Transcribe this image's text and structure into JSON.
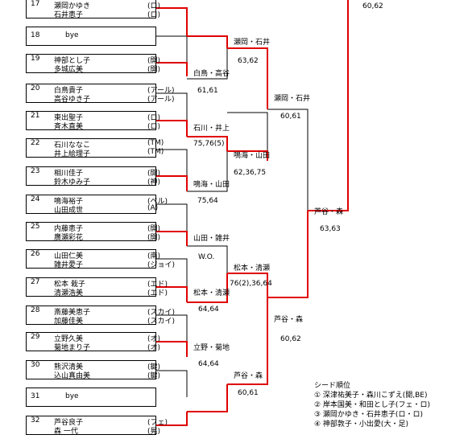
{
  "entries": [
    {
      "num": "17",
      "p1n": "瀬岡かゆき",
      "p1c": "(ロ)",
      "p2n": "石井恵子",
      "p2c": "(ロ)"
    },
    {
      "num": "18",
      "bye": "bye"
    },
    {
      "num": "19",
      "p1n": "神部とし子",
      "p1c": "(開)",
      "p2n": "多城広美",
      "p2c": "(開)"
    },
    {
      "num": "20",
      "p1n": "白鳥貴子",
      "p1c": "(アール)",
      "p2n": "高谷ゆき子",
      "p2c": "(アール)"
    },
    {
      "num": "21",
      "p1n": "東出聖子",
      "p1c": "(ロ)",
      "p2n": "斉木直美",
      "p2c": "(ロ)"
    },
    {
      "num": "22",
      "p1n": "石川ななこ",
      "p1c": "(TM)",
      "p2n": "井上絵理子",
      "p2c": "(TM)"
    },
    {
      "num": "23",
      "p1n": "相川佳子",
      "p1c": "(開)",
      "p2n": "鈴木ゆみ子",
      "p2c": "(神)"
    },
    {
      "num": "24",
      "p1n": "鳴海裕子",
      "p1c": "(ベル)",
      "p2n": "山田成世",
      "p2c": "(A)"
    },
    {
      "num": "25",
      "p1n": "内藤恵子",
      "p1c": "(開)",
      "p2n": "廣瀬彩花",
      "p2c": "(開)"
    },
    {
      "num": "26",
      "p1n": "山田仁美",
      "p1c": "(南)",
      "p2n": "雑井愛子",
      "p2c": "(ジョイ)"
    },
    {
      "num": "27",
      "p1n": "松本 栽子",
      "p1c": "(エド)",
      "p2n": "清瀬浩美",
      "p2c": "(エド)"
    },
    {
      "num": "28",
      "p1n": "斎藤美恵子",
      "p1c": "(スカイ)",
      "p2n": "加藤佳美",
      "p2c": "(スカイ)"
    },
    {
      "num": "29",
      "p1n": "立野久美",
      "p1c": "(オ)",
      "p2n": "菊地まり子",
      "p2c": "(オ)"
    },
    {
      "num": "30",
      "p1n": "熊沢清美",
      "p1c": "(鍵)",
      "p2n": "込山真由美",
      "p2c": "(鍵)"
    },
    {
      "num": "31",
      "bye": "bye"
    },
    {
      "num": "32",
      "p1n": "芦谷良子",
      "p1c": "(フェ)",
      "p2n": "森 一代",
      "p2c": "(晃)"
    }
  ],
  "results": [
    {
      "pair": "瀬岡・石井",
      "score": "63,62"
    },
    {
      "pair": "白鳥・高谷",
      "score": "61,61"
    },
    {
      "pair": "瀬岡・石井",
      "score": "60,61"
    },
    {
      "pair": "石川・井上",
      "score": "75,76(5)"
    },
    {
      "pair": "鳴海・山田",
      "score": "62,36,75"
    },
    {
      "pair": "鳴海・山田",
      "score": "75,64"
    },
    {
      "pair": "芦谷・森",
      "score": "63,63"
    },
    {
      "pair": "山田・雑井",
      "score": "W.O."
    },
    {
      "pair": "松本・清瀬",
      "score": "76(2),36,64"
    },
    {
      "pair": "松本・清瀬",
      "score": "64,64"
    },
    {
      "pair": "芦谷・森",
      "score": "60,62"
    },
    {
      "pair": "立野・菊地",
      "score": "64,64"
    },
    {
      "pair": "芦谷・森",
      "score": "60,61"
    }
  ],
  "top_score": "60,62",
  "seeds": {
    "title": "シード順位",
    "items": [
      "① 深津祐美子・森川こずえ(開,BE)",
      "② 岸本国美・和田とし子(フェ・ロ)",
      "③ 瀬岡かゆき・石井恵子(ロ・ロ)",
      "④ 神部敦子・小出愛(大・足)"
    ]
  }
}
